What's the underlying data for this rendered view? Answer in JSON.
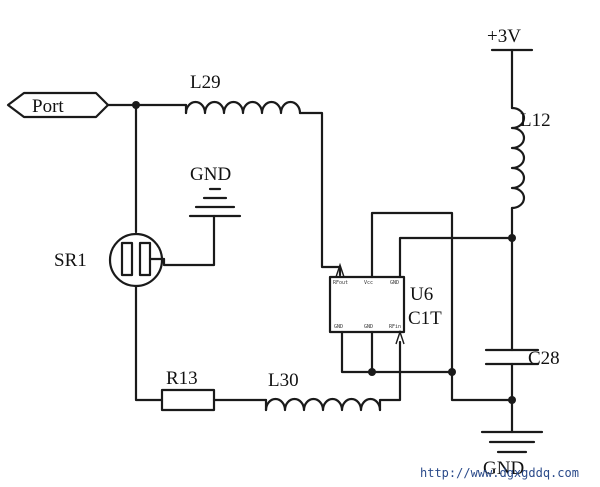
{
  "labels": {
    "port": "Port",
    "l29": "L29",
    "gnd_top": "GND",
    "sr1": "SR1",
    "r13": "R13",
    "l30": "L30",
    "u6": "U6",
    "c1t": "C1T",
    "vcc": "+3V",
    "l12": "L12",
    "c28": "C28",
    "gnd_bottom": "GND"
  },
  "ic_pins": [
    "RFout",
    "Vcc",
    "GND",
    "GND",
    "GND",
    "RFin"
  ],
  "watermark": "http://www.dgxgddq.com"
}
